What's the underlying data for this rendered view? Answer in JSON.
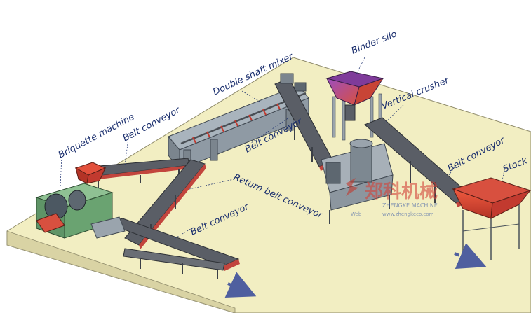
{
  "labels": {
    "binder_silo": "Binder silo",
    "double_shaft_mixer": "Double shaft mixer",
    "vertical_crusher": "Vertical crusher",
    "briquette_machine": "Briquette machine",
    "belt_conveyor_top": "Belt conveyor",
    "belt_conveyor_mid": "Belt conveyor",
    "belt_conveyor_right": "Belt conveyor",
    "stock": "Stock",
    "return_belt_conveyor": "Return belt conveyor",
    "belt_conveyor_bottom": "Belt conveyor"
  },
  "watermark": {
    "cn": "郑科机械",
    "en": "ZHENGKE MACHINE",
    "web_prefix": "Web",
    "web": "www.zhengkeco.com"
  },
  "colors": {
    "floor": "#f2eec2",
    "belt": "#5a5e66",
    "belt_dark": "#3b3f46",
    "belt_edge": "#c2453d",
    "hopper_red": "#e2503c",
    "hopper_purple": "#7f3b9a",
    "frame": "#bfc6cd",
    "machine": "#8c9ba8",
    "briquette_green": "#6aa371",
    "arrow_blue": "#4f5f9f",
    "label": "#1b2f6e"
  }
}
